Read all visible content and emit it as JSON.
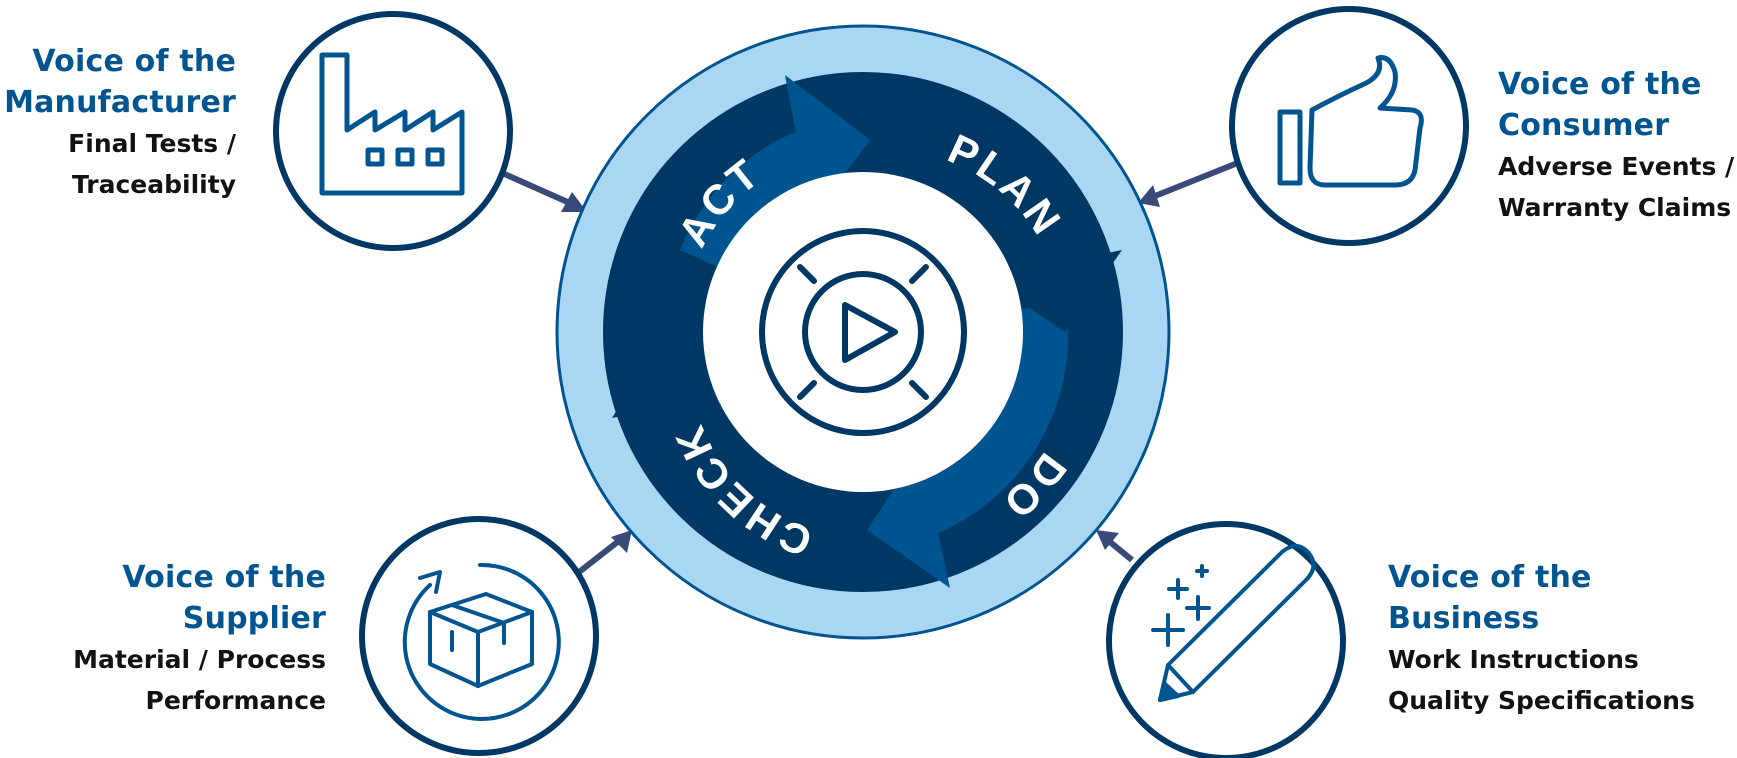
{
  "cycle": {
    "act": "ACT",
    "plan": "PLAN",
    "do": "DO",
    "check": "CHECK"
  },
  "voices": {
    "manufacturer": {
      "title_1": "Voice of the",
      "title_2": "Manufacturer",
      "sub_1": "Final Tests /",
      "sub_2": "Traceability",
      "icon": "factory-icon"
    },
    "consumer": {
      "title_1": "Voice of the",
      "title_2": "Consumer",
      "sub_1": "Adverse Events /",
      "sub_2": "Warranty Claims",
      "icon": "thumbs-up-icon"
    },
    "supplier": {
      "title_1": "Voice of the",
      "title_2": "Supplier",
      "sub_1": "Material / Process",
      "sub_2": "Performance",
      "icon": "package-icon"
    },
    "business": {
      "title_1": "Voice of the",
      "title_2": "Business",
      "sub_1": "Work Instructions",
      "sub_2": "Quality Specifications",
      "icon": "pencil-icon"
    }
  },
  "colors": {
    "dark_navy": "#003865",
    "blue": "#00548f",
    "light_blue": "#a9d6f3",
    "text_dark": "#121212"
  }
}
